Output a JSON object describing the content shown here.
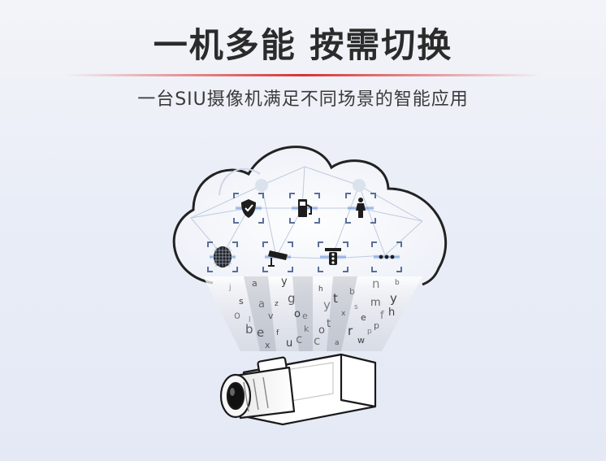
{
  "headline": "一机多能  按需切换",
  "subheadline": "一台SIU摄像机满足不同场景的智能应用",
  "colors": {
    "accent_line": "#d63333",
    "cloud_outline": "#222222",
    "icon_frame": "#5a6f9a",
    "icon_glyph": "#1d1d1d"
  },
  "icons": [
    "shield-check-icon",
    "gas-pump-icon",
    "human-figure-icon",
    "face-mesh-icon",
    "cctv-camera-icon",
    "traffic-signal-icon",
    "more-icon"
  ],
  "beam_letters": [
    "j",
    "a",
    "y",
    "n",
    "b",
    "s",
    "a",
    "g",
    "h",
    "b",
    "m",
    "y",
    "l",
    "v",
    "o",
    "y",
    "x",
    "e",
    "f",
    "e",
    "f",
    "k",
    "t",
    "r",
    "p",
    "x",
    "u",
    "c",
    "a",
    "w",
    "o",
    "b",
    "z",
    "e",
    "o",
    "t",
    "s",
    "p",
    "h",
    "c"
  ]
}
